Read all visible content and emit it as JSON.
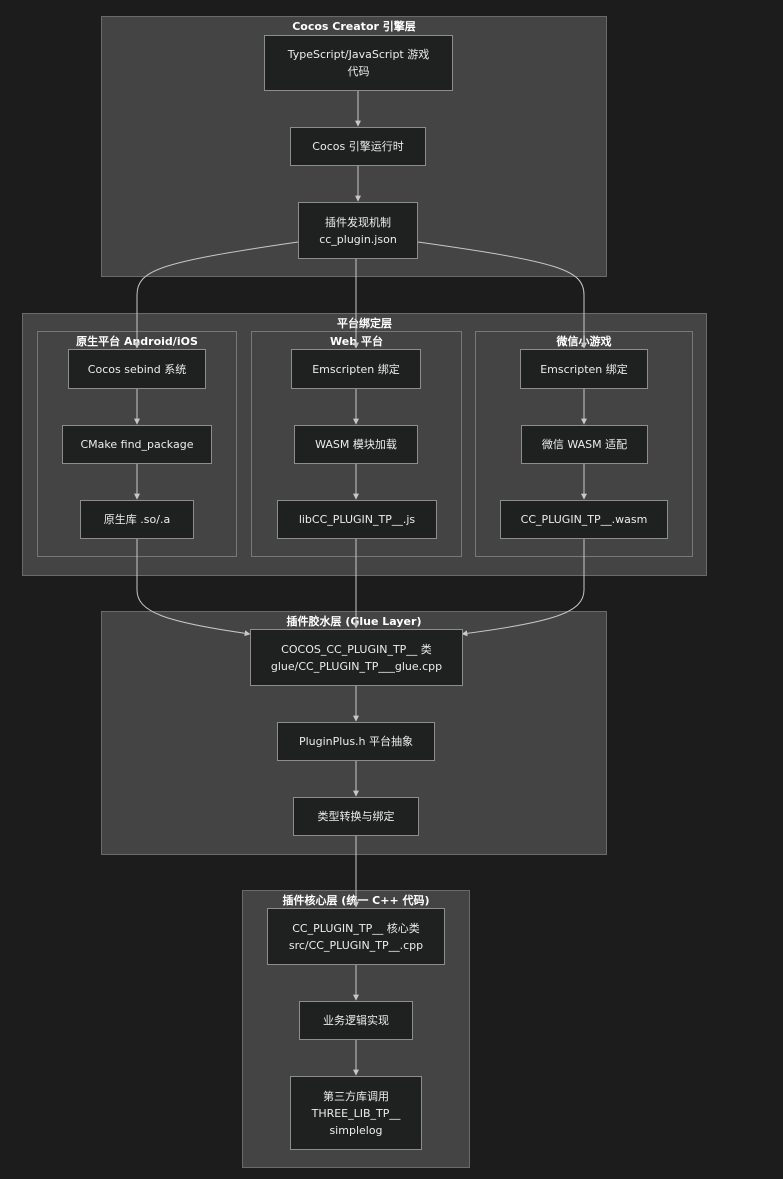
{
  "clusters": {
    "engine": {
      "title": "Cocos Creator 引擎层"
    },
    "binding": {
      "title": "平台绑定层",
      "native": {
        "title": "原生平台 Android/iOS"
      },
      "web": {
        "title": "Web 平台"
      },
      "wechat": {
        "title": "微信小游戏"
      }
    },
    "glue": {
      "title": "插件胶水层 (Glue Layer)"
    },
    "core": {
      "title": "插件核心层 (统一 C++ 代码)"
    }
  },
  "nodes": {
    "ts_code": [
      "TypeScript/JavaScript 游戏",
      "代码"
    ],
    "runtime": [
      "Cocos 引擎运行时"
    ],
    "discovery": [
      "插件发现机制",
      "cc_plugin.json"
    ],
    "sebind": [
      "Cocos sebind 系统"
    ],
    "cmake": [
      "CMake find_package"
    ],
    "native_lib": [
      "原生库 .so/.a"
    ],
    "web_emscripten": [
      "Emscripten 绑定"
    ],
    "wasm_load": [
      "WASM 模块加载"
    ],
    "lib_js": [
      "libCC_PLUGIN_TP__.js"
    ],
    "wx_emscripten": [
      "Emscripten 绑定"
    ],
    "wx_wasm": [
      "微信 WASM 适配"
    ],
    "wasm_file": [
      "CC_PLUGIN_TP__.wasm"
    ],
    "glue_class": [
      "COCOS_CC_PLUGIN_TP__ 类",
      "glue/CC_PLUGIN_TP___glue.cpp"
    ],
    "pluginplus": [
      "PluginPlus.h 平台抽象"
    ],
    "type_conv": [
      "类型转换与绑定"
    ],
    "core_class": [
      "CC_PLUGIN_TP__ 核心类",
      "src/CC_PLUGIN_TP__.cpp"
    ],
    "biz_logic": [
      "业务逻辑实现"
    ],
    "third_party": [
      "第三方库调用",
      "THREE_LIB_TP__",
      "simplelog"
    ]
  },
  "colors": {
    "background": "#1c1c1c",
    "cluster_fill": "#434443",
    "node_fill": "#1f2020",
    "edge": "#c8c8c8"
  }
}
